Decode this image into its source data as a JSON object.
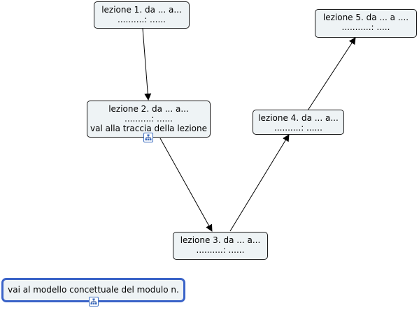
{
  "diagram": {
    "nodes": [
      {
        "id": "lezione-1",
        "lines": [
          "lezione 1. da ... a...",
          "..........: ......"
        ]
      },
      {
        "id": "lezione-2",
        "lines": [
          "lezione 2. da ... a...",
          "..........: ......",
          "val alla traccia della lezione"
        ],
        "link_icon": "concept-map-link-icon"
      },
      {
        "id": "lezione-3",
        "lines": [
          "lezione 3. da ... a...",
          "..........: ......"
        ]
      },
      {
        "id": "lezione-4",
        "lines": [
          "lezione 4. da ... a...",
          "..........: ......"
        ]
      },
      {
        "id": "lezione-5",
        "lines": [
          "lezione 5.  da ... a ....",
          "...........:  ....."
        ]
      },
      {
        "id": "modello",
        "lines": [
          "vai al modello concettuale del modulo n."
        ],
        "link_icon": "concept-map-link-icon",
        "selected": true
      }
    ],
    "edges": [
      {
        "from": "lezione-1",
        "to": "lezione-2"
      },
      {
        "from": "lezione-2",
        "to": "lezione-3"
      },
      {
        "from": "lezione-3",
        "to": "lezione-4"
      },
      {
        "from": "lezione-4",
        "to": "lezione-5"
      }
    ],
    "colors": {
      "node_fill": "#eef3f5",
      "node_border": "#1a1a1a",
      "selected_border": "#3a63c8",
      "edge": "#000000"
    }
  }
}
